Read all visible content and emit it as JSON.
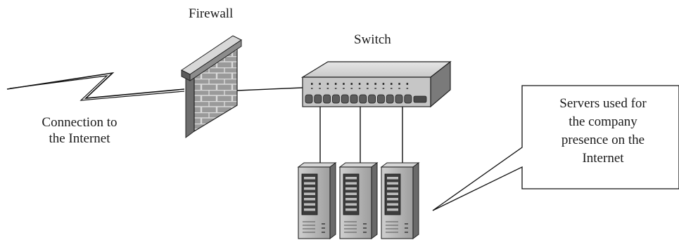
{
  "labels": {
    "firewall": "Firewall",
    "switch": "Switch",
    "connection_line1": "Connection to",
    "connection_line2": "the Internet",
    "servers_line1": "Servers used for",
    "servers_line2": "the company",
    "servers_line3": "presence on the",
    "servers_line4": "Internet"
  },
  "nodes": [
    {
      "id": "internet",
      "kind": "connection",
      "icon": "lightning-bolt-icon"
    },
    {
      "id": "firewall",
      "kind": "firewall",
      "icon": "brick-wall-icon"
    },
    {
      "id": "switch",
      "kind": "network-switch",
      "icon": "switch-icon"
    },
    {
      "id": "server-1",
      "kind": "server",
      "icon": "server-tower-icon"
    },
    {
      "id": "server-2",
      "kind": "server",
      "icon": "server-tower-icon"
    },
    {
      "id": "server-3",
      "kind": "server",
      "icon": "server-tower-icon"
    }
  ],
  "edges": [
    {
      "from": "internet",
      "to": "firewall"
    },
    {
      "from": "firewall",
      "to": "switch"
    },
    {
      "from": "switch",
      "to": "server-1"
    },
    {
      "from": "switch",
      "to": "server-2"
    },
    {
      "from": "switch",
      "to": "server-3"
    }
  ],
  "colors": {
    "line": "#111111",
    "brick": "#9a9a9a",
    "mortar": "#d9d9d9",
    "device_body": "#bdbdbd",
    "device_dark": "#5c5c5c"
  }
}
